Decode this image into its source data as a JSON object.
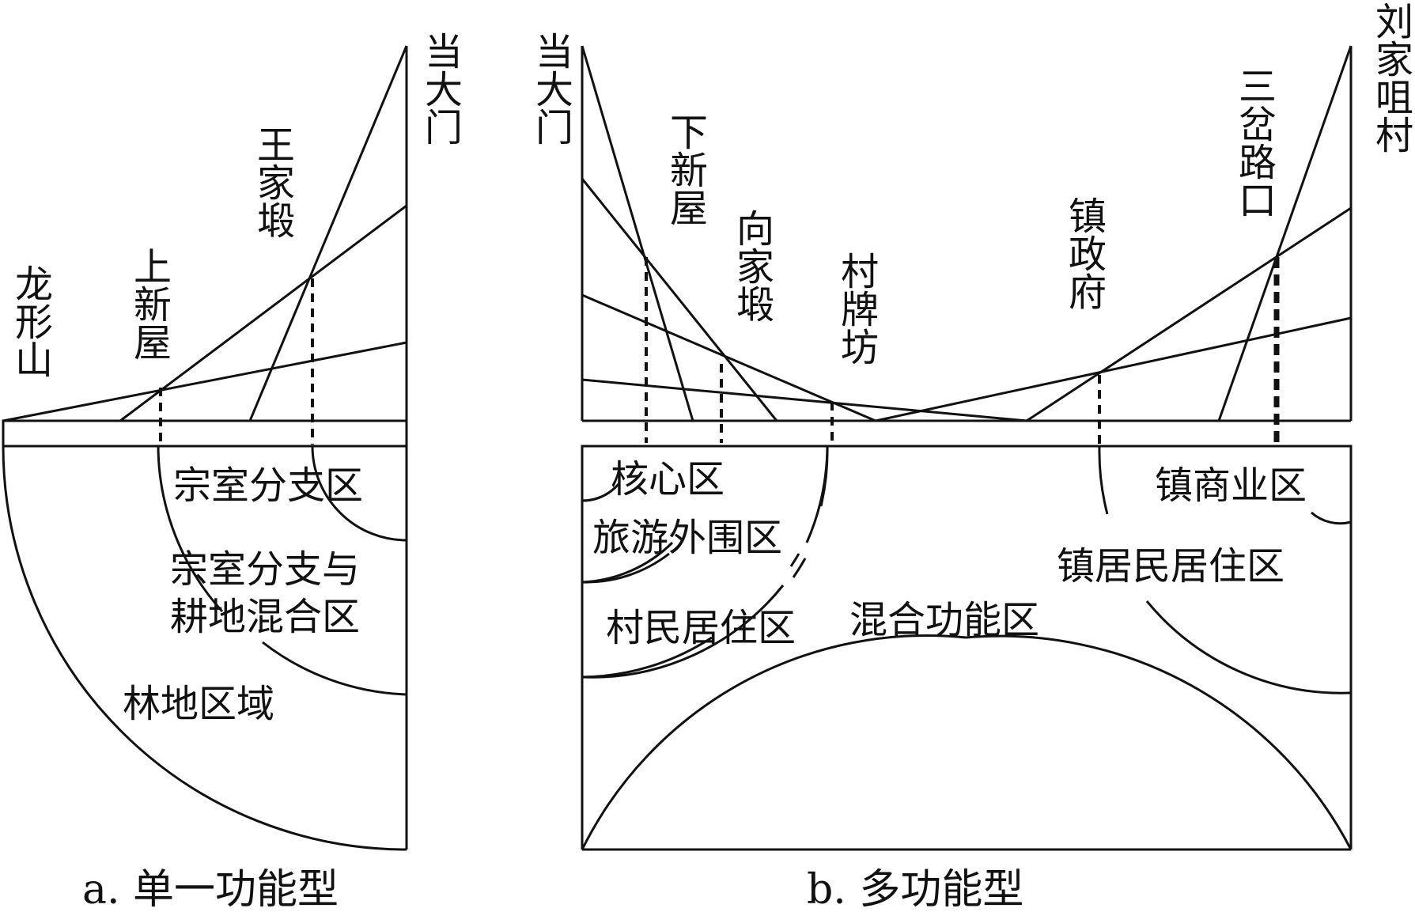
{
  "diagram_a": {
    "caption": "a. 单一功能型",
    "places": {
      "longxingshan": "龙形山",
      "shangxinwu": "上新屋",
      "wangjiaduan": "王家塅",
      "dangdamen": "当大门"
    },
    "zones": {
      "branch": "宗室分支区",
      "mixed_line1": "宗室分支与",
      "mixed_line2": "耕地混合区",
      "forest": "林地区域"
    }
  },
  "diagram_b": {
    "caption": "b. 多功能型",
    "places": {
      "dangdamen": "当大门",
      "xiaxinwu": "下新屋",
      "xiangjiaduan": "向家塅",
      "cunpaifang": "村牌坊",
      "zhenzhengfu": "镇政府",
      "sanchalukou": "三岔路口",
      "liujiajucun": "刘家咀村"
    },
    "zones": {
      "core": "核心区",
      "tourism": "旅游外围区",
      "village_res": "村民居住区",
      "mixed": "混合功能区",
      "town_res": "镇居民居住区",
      "town_commerce": "镇商业区"
    }
  }
}
